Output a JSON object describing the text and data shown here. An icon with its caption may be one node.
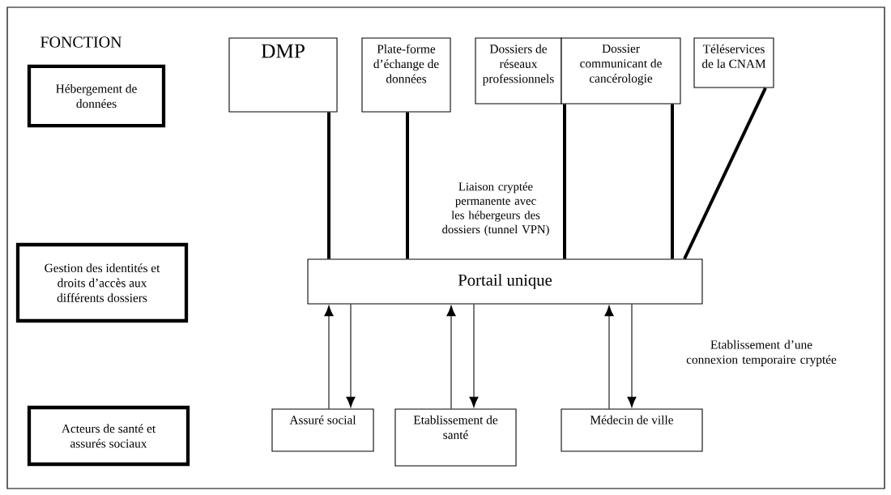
{
  "diagram": {
    "nodes": [
      {
        "text": [
          "Hébergement de données"
        ]
      },
      {
        "text": [
          "Gestion des identités et droits d’accès aux différents dossiers"
        ]
      },
      {
        "text": [
          "Acteurs de santé et assurés sociaux"
        ]
      },
      {
        "text": [
          "DMP"
        ]
      },
      {
        "text": [
          "Plate-forme d’échange de données"
        ]
      },
      {
        "text": [
          "Dossiers de réseaux professionnels"
        ]
      },
      {
        "text": [
          "Dossier communicant de cancérologie"
        ]
      },
      {
        "text": [
          "Téléservices de la CNAM"
        ]
      },
      {
        "text": [
          "Portail unique"
        ]
      },
      {
        "text": [
          "Assuré social"
        ]
      },
      {
        "text": [
          "Etablissement de santé"
        ]
      },
      {
        "text": [
          "Médecin de ville"
        ]
      }
    ],
    "edges": [
      {
        "from": 3,
        "to": 8,
        "arrow": "none",
        "style": "thick"
      },
      {
        "from": 4,
        "to": 8,
        "arrow": "none",
        "style": "thick"
      },
      {
        "from": 5,
        "to": 8,
        "arrow": "none",
        "style": "thick"
      },
      {
        "from": 6,
        "to": 8,
        "arrow": "none",
        "style": "thick"
      },
      {
        "from": 7,
        "to": 8,
        "arrow": "none",
        "style": "thick"
      },
      {
        "from": 9,
        "to": 8,
        "arrow": "to"
      },
      {
        "from": 8,
        "to": 9,
        "arrow": "to"
      },
      {
        "from": 10,
        "to": 8,
        "arrow": "to"
      },
      {
        "from": 8,
        "to": 10,
        "arrow": "to"
      },
      {
        "from": 11,
        "to": 8,
        "arrow": "to"
      },
      {
        "from": 8,
        "to": 11,
        "arrow": "to"
      }
    ],
    "labels": [
      "FONCTION",
      "Liaison cryptée permanente avec les hébergeurs des dossiers (tunnel VPN)",
      "Etablissement d’une connexion temporaire cryptée"
    ]
  }
}
